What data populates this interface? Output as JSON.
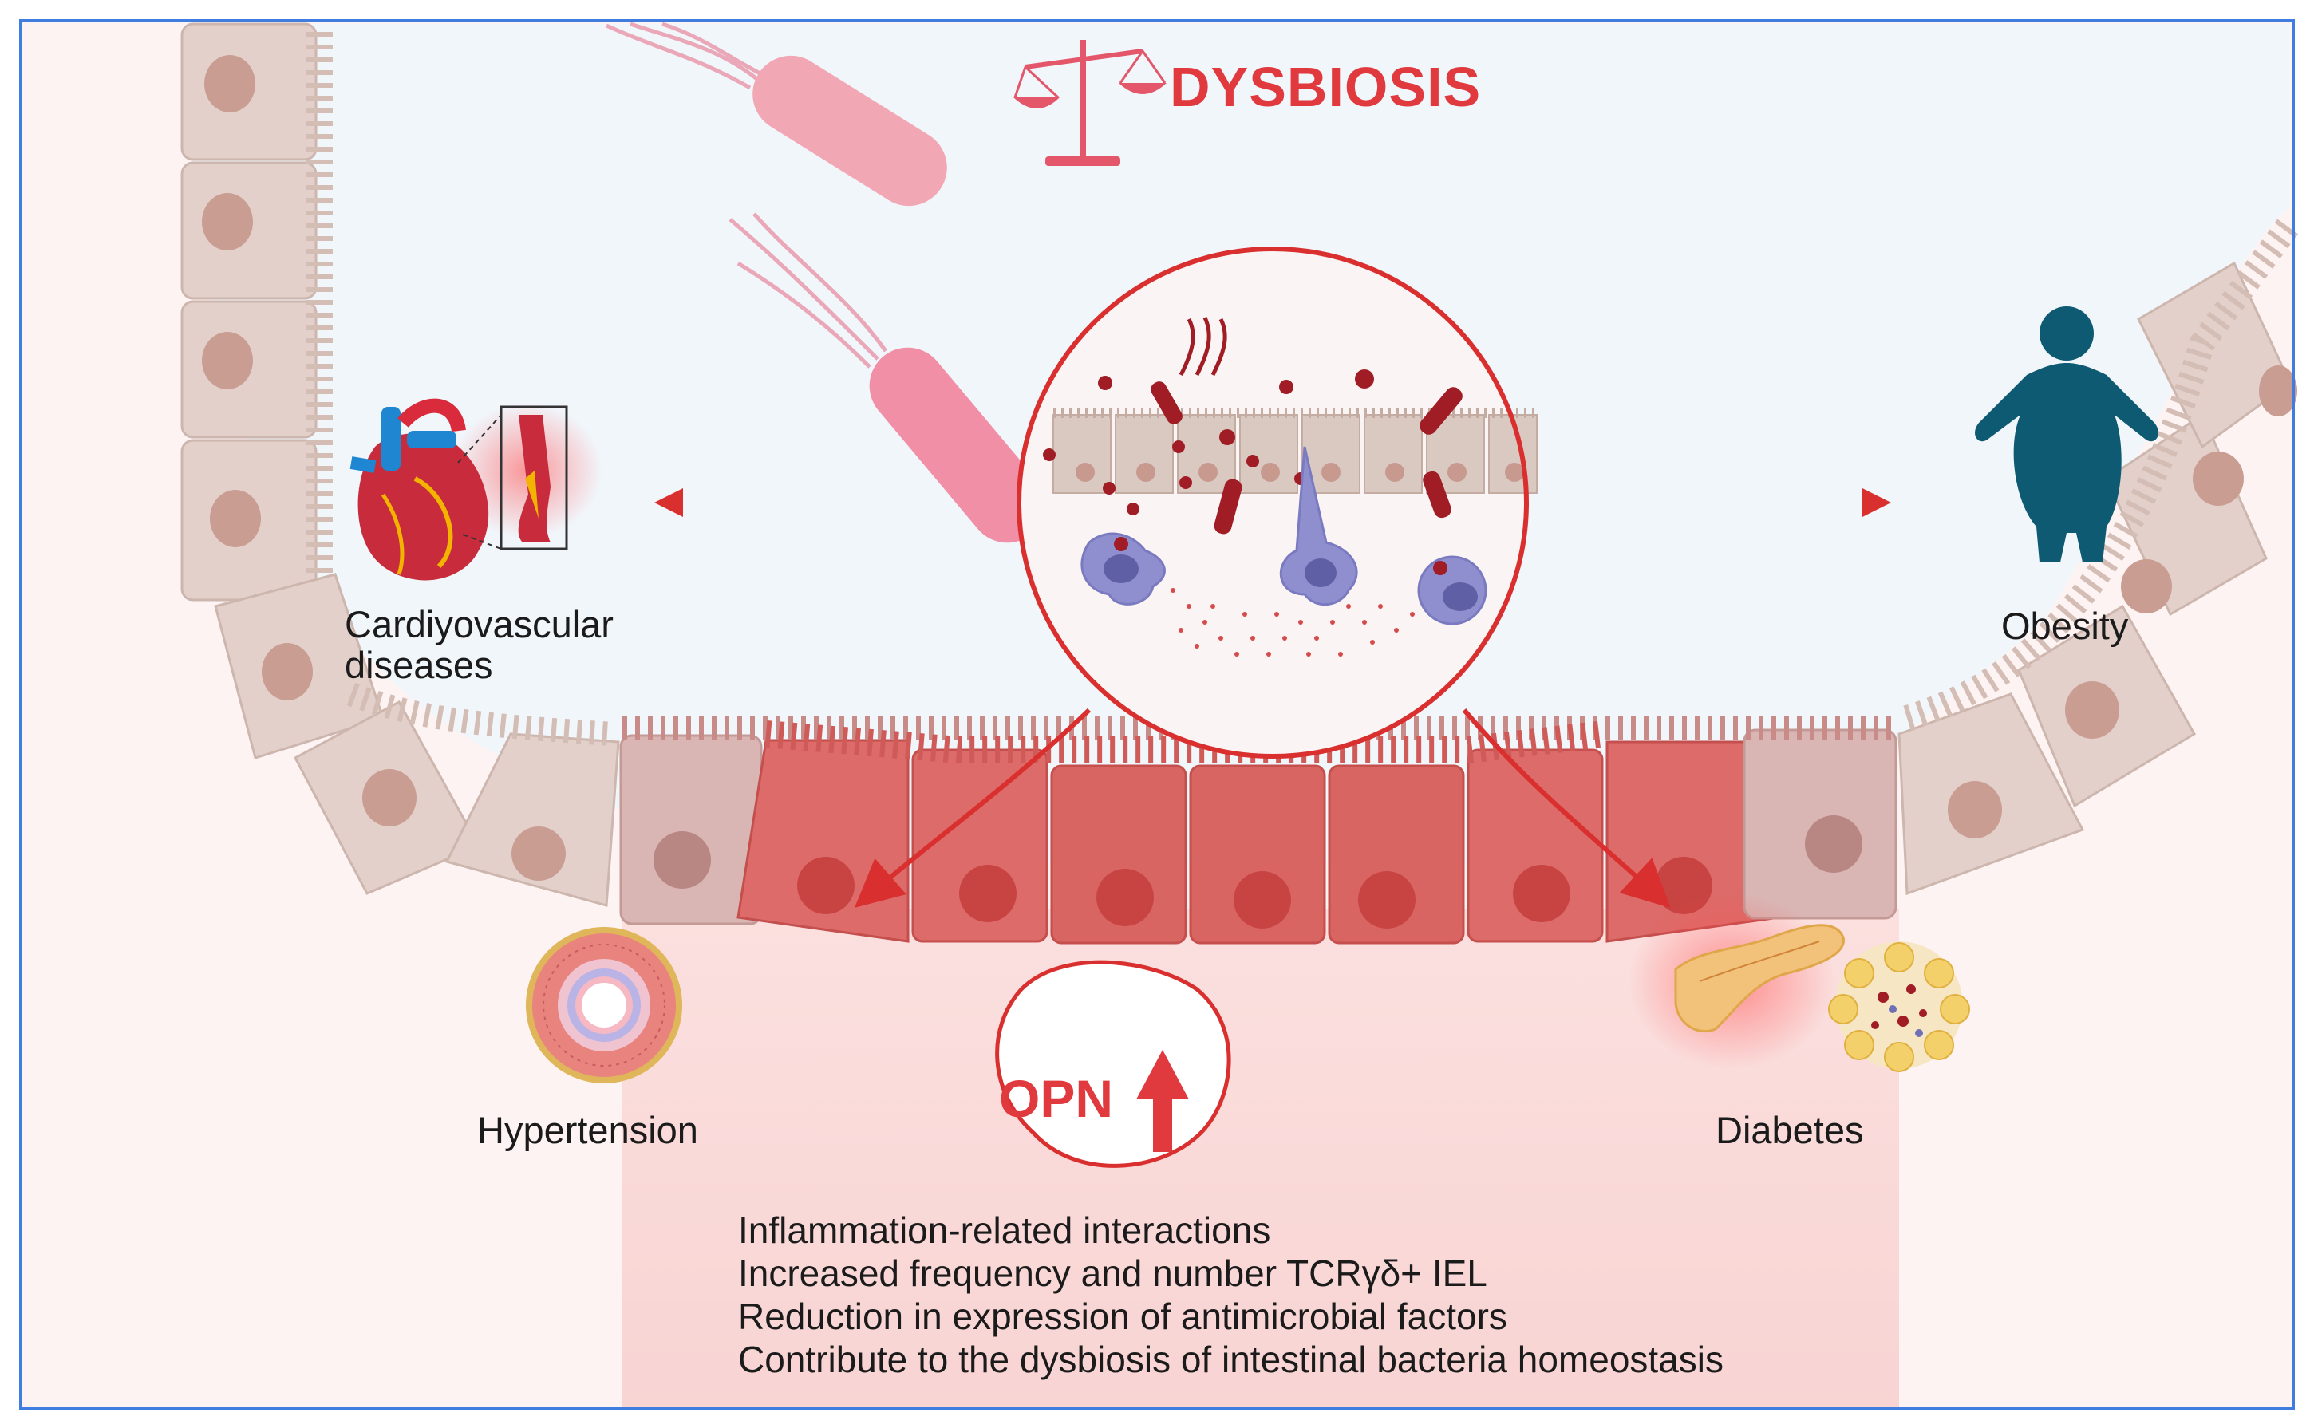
{
  "header": {
    "title": "DYSBIOSIS"
  },
  "labels": {
    "cardio_line1": "Cardiyovascular",
    "cardio_line2": "diseases",
    "obesity": "Obesity",
    "hypertension": "Hypertension",
    "diabetes": "Diabetes",
    "opn": "OPN"
  },
  "effects": [
    "Inflammation-related interactions",
    "Increased frequency and number TCRγδ+ IEL",
    "Reduction in expression of antimicrobial factors",
    "Contribute to the dysbiosis of intestinal bacteria homeostasis"
  ],
  "icons": [
    "scale-icon",
    "bacteria-icon",
    "heart-icon",
    "artery-icon",
    "person-icon",
    "pancreas-icon",
    "adipose-icon",
    "up-arrow-icon"
  ],
  "colors": {
    "accent": "#e03a3f",
    "frame": "#3f7ee0",
    "obesity_figure": "#0f5a73",
    "cell": "#e3cfc9",
    "inflamed_cell": "#dc6d6b"
  }
}
